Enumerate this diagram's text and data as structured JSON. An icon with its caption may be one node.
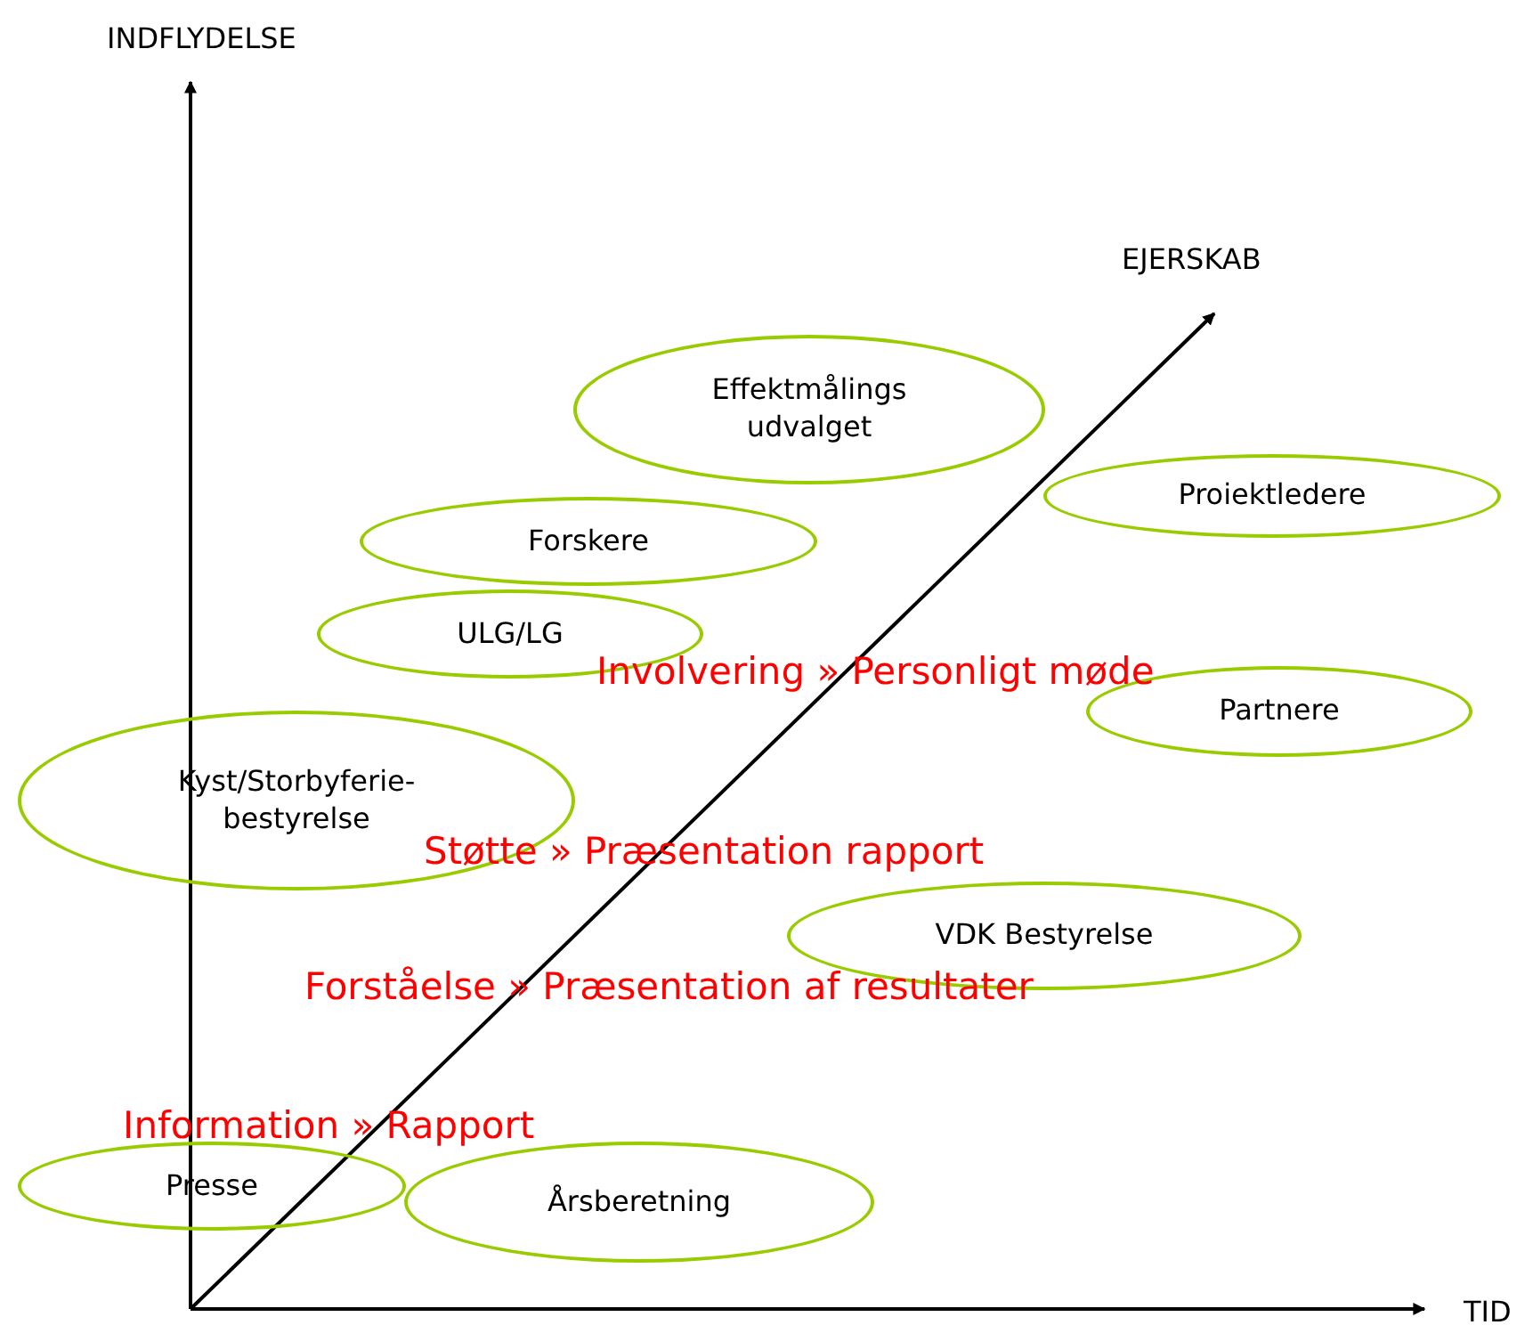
{
  "diagram": {
    "nodes": [
      {
        "text": [
          "Effektmålings udvalget"
        ]
      },
      {
        "text": [
          "Proiektledere"
        ]
      },
      {
        "text": [
          "Forskere"
        ]
      },
      {
        "text": [
          "ULG/LG"
        ]
      },
      {
        "text": [
          "Partnere"
        ]
      },
      {
        "text": [
          "Kyst/Storbyferie- bestyrelse"
        ]
      },
      {
        "text": [
          "VDK Bestyrelse"
        ]
      },
      {
        "text": [
          "Presse"
        ]
      },
      {
        "text": [
          "Årsberetning"
        ]
      }
    ],
    "labels": [
      "INDFLYDELSE",
      "EJERSKAB",
      "Involvering » Personligt møde",
      "Støtte » Præsentation rapport",
      "Forståelse » Præsentation af resultater",
      "Information » Rapport",
      "TID"
    ]
  }
}
